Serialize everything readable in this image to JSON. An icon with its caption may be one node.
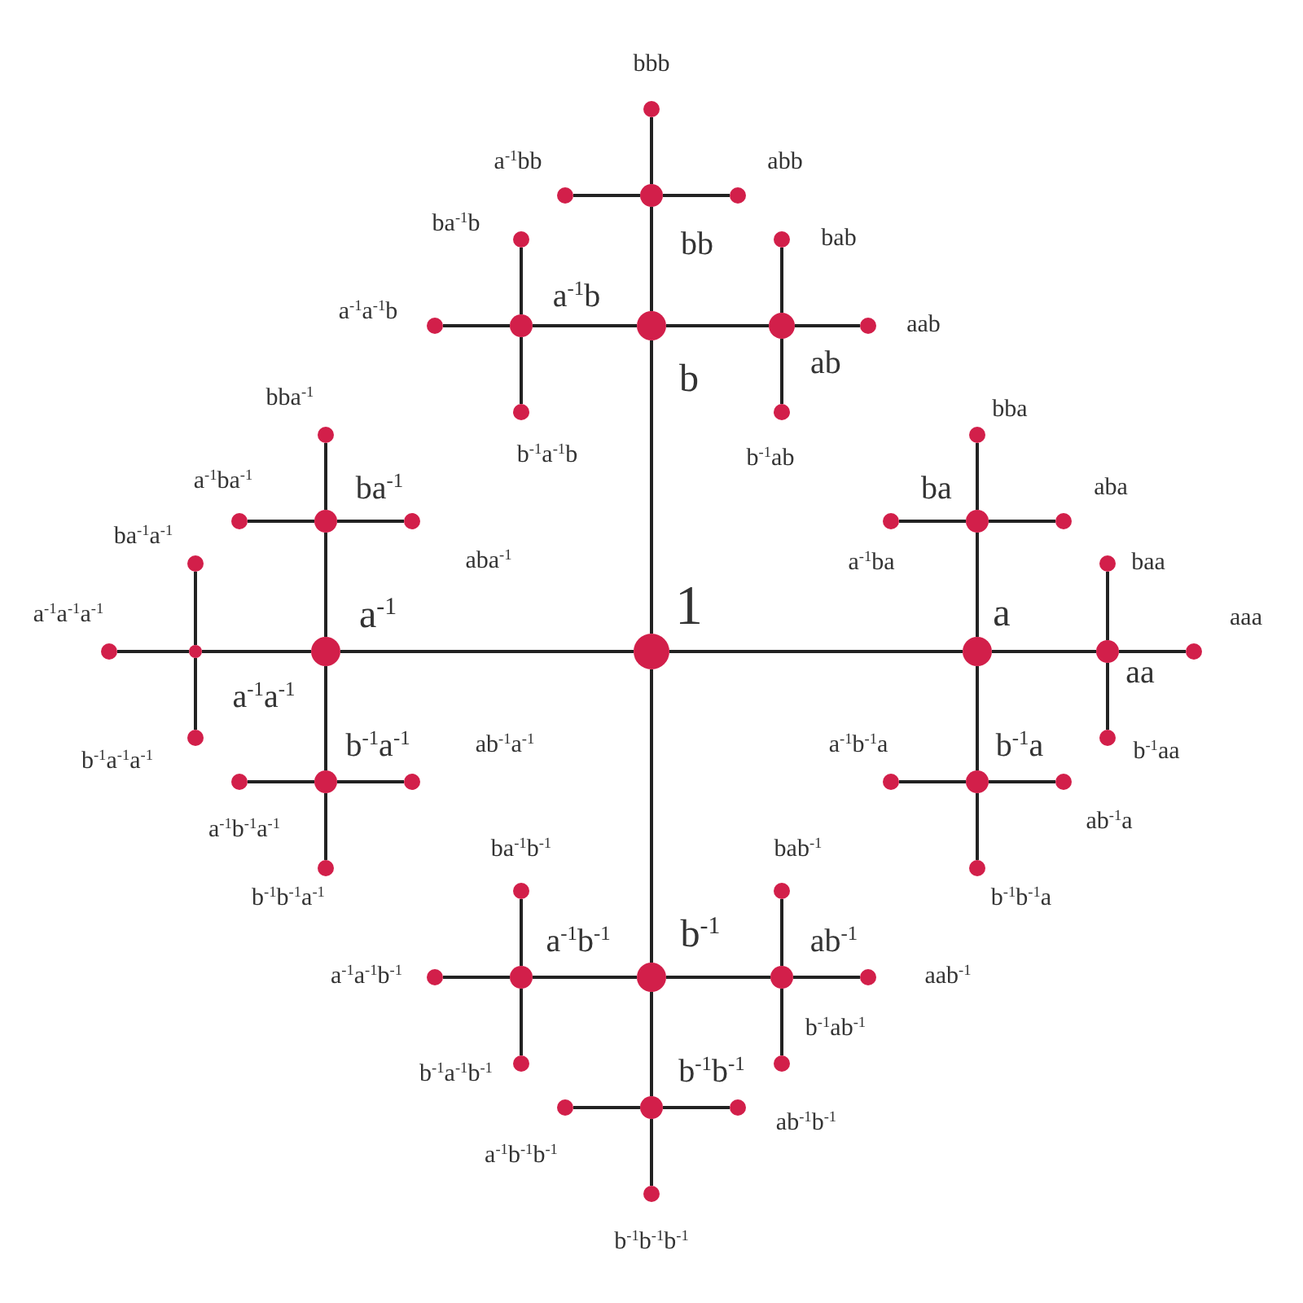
{
  "diagram": {
    "nodes": [
      {
        "text": [],
        "shape": "circle",
        "beside": [
          "1"
        ]
      },
      {
        "text": [],
        "shape": "circle",
        "beside": [
          "a"
        ]
      },
      {
        "text": [],
        "shape": "circle",
        "beside": [
          "a$^{-1}$"
        ]
      },
      {
        "text": [],
        "shape": "circle",
        "beside": [
          "b"
        ]
      },
      {
        "text": [],
        "shape": "circle",
        "beside": [
          "b$^{-1}$"
        ]
      },
      {
        "text": [],
        "shape": "circle",
        "beside": [
          "aa"
        ]
      },
      {
        "text": [],
        "shape": "circle",
        "beside": [
          "ba"
        ]
      },
      {
        "text": [],
        "shape": "circle",
        "beside": [
          "b$^{-1}$a"
        ]
      },
      {
        "text": [],
        "shape": "circle",
        "beside": [
          "a$^{-1}$a$^{-1}$"
        ]
      },
      {
        "text": [],
        "shape": "circle",
        "beside": [
          "ba$^{-1}$"
        ]
      },
      {
        "text": [],
        "shape": "circle",
        "beside": [
          "b$^{-1}$a$^{-1}$"
        ]
      },
      {
        "text": [],
        "shape": "circle",
        "beside": [
          "bb"
        ]
      },
      {
        "text": [],
        "shape": "circle",
        "beside": [
          "ab"
        ]
      },
      {
        "text": [],
        "shape": "circle",
        "beside": [
          "a$^{-1}$b"
        ]
      },
      {
        "text": [],
        "shape": "circle",
        "beside": [
          "b$^{-1}$b$^{-1}$"
        ]
      },
      {
        "text": [],
        "shape": "circle",
        "beside": [
          "ab$^{-1}$"
        ]
      },
      {
        "text": [],
        "shape": "circle",
        "beside": [
          "a$^{-1}$b$^{-1}$"
        ]
      },
      {
        "text": [],
        "shape": "circle",
        "beside": [
          "aaa"
        ]
      },
      {
        "text": [],
        "shape": "circle",
        "beside": [
          "baa"
        ]
      },
      {
        "text": [],
        "shape": "circle",
        "beside": [
          "b$^{-1}$aa"
        ]
      },
      {
        "text": [],
        "shape": "circle",
        "beside": [
          "bba"
        ]
      },
      {
        "text": [],
        "shape": "circle",
        "beside": [
          "aba"
        ]
      },
      {
        "text": [],
        "shape": "circle",
        "beside": [
          "a$^{-1}$ba"
        ]
      },
      {
        "text": [],
        "shape": "circle",
        "beside": [
          "a$^{-1}$b$^{-1}$a"
        ]
      },
      {
        "text": [],
        "shape": "circle",
        "beside": [
          "ab$^{-1}$a"
        ]
      },
      {
        "text": [],
        "shape": "circle",
        "beside": [
          "b$^{-1}$b$^{-1}$a"
        ]
      },
      {
        "text": [],
        "shape": "circle",
        "beside": [
          "a$^{-1}$a$^{-1}$a$^{-1}$"
        ]
      },
      {
        "text": [],
        "shape": "circle",
        "beside": [
          "ba$^{-1}$a$^{-1}$"
        ]
      },
      {
        "text": [],
        "shape": "circle",
        "beside": [
          "b$^{-1}$a$^{-1}$a$^{-1}$"
        ]
      },
      {
        "text": [],
        "shape": "circle",
        "beside": [
          "bba$^{-1}$"
        ]
      },
      {
        "text": [],
        "shape": "circle",
        "beside": [
          "a$^{-1}$ba$^{-1}$"
        ]
      },
      {
        "text": [],
        "shape": "circle",
        "beside": [
          "aba$^{-1}$"
        ]
      },
      {
        "text": [],
        "shape": "circle",
        "beside": [
          "ab$^{-1}$a$^{-1}$"
        ]
      },
      {
        "text": [],
        "shape": "circle",
        "beside": [
          "a$^{-1}$b$^{-1}$a$^{-1}$"
        ]
      },
      {
        "text": [],
        "shape": "circle",
        "beside": [
          "b$^{-1}$b$^{-1}$a$^{-1}$"
        ]
      },
      {
        "text": [],
        "shape": "circle",
        "beside": [
          "bbb"
        ]
      },
      {
        "text": [],
        "shape": "circle",
        "beside": [
          "a$^{-1}$bb"
        ]
      },
      {
        "text": [],
        "shape": "circle",
        "beside": [
          "abb"
        ]
      },
      {
        "text": [],
        "shape": "circle",
        "beside": [
          "bab"
        ]
      },
      {
        "text": [],
        "shape": "circle",
        "beside": [
          "aab"
        ]
      },
      {
        "text": [],
        "shape": "circle",
        "beside": [
          "b$^{-1}$ab"
        ]
      },
      {
        "text": [],
        "shape": "circle",
        "beside": [
          "ba$^{-1}$b"
        ]
      },
      {
        "text": [],
        "shape": "circle",
        "beside": [
          "a$^{-1}$a$^{-1}$b"
        ]
      },
      {
        "text": [],
        "shape": "circle",
        "beside": [
          "b$^{-1}$a$^{-1}$b"
        ]
      },
      {
        "text": [],
        "shape": "circle",
        "beside": [
          "a$^{-1}$b$^{-1}$b$^{-1}$"
        ]
      },
      {
        "text": [],
        "shape": "circle",
        "beside": [
          "ab$^{-1}$b$^{-1}$"
        ]
      },
      {
        "text": [],
        "shape": "circle",
        "beside": [
          "b$^{-1}$b$^{-1}$b$^{-1}$"
        ]
      },
      {
        "text": [],
        "shape": "circle",
        "beside": [
          "bab$^{-1}$"
        ]
      },
      {
        "text": [],
        "shape": "circle",
        "beside": [
          "aab$^{-1}$"
        ]
      },
      {
        "text": [],
        "shape": "circle",
        "beside": [
          "b$^{-1}$ab$^{-1}$"
        ]
      },
      {
        "text": [],
        "shape": "circle",
        "beside": [
          "ba$^{-1}$b$^{-1}$"
        ]
      },
      {
        "text": [],
        "shape": "circle",
        "beside": [
          "a$^{-1}$a$^{-1}$b$^{-1}$"
        ]
      },
      {
        "text": [],
        "shape": "circle",
        "beside": [
          "b$^{-1}$a$^{-1}$b$^{-1}$"
        ]
      }
    ],
    "edges": [
      {
        "from": 0,
        "to": 1,
        "arrow": "none"
      },
      {
        "from": 0,
        "to": 2,
        "arrow": "none"
      },
      {
        "from": 0,
        "to": 3,
        "arrow": "none"
      },
      {
        "from": 0,
        "to": 4,
        "arrow": "none"
      },
      {
        "from": 1,
        "to": 5,
        "arrow": "none"
      },
      {
        "from": 1,
        "to": 6,
        "arrow": "none"
      },
      {
        "from": 1,
        "to": 7,
        "arrow": "none"
      },
      {
        "from": 2,
        "to": 8,
        "arrow": "none"
      },
      {
        "from": 2,
        "to": 9,
        "arrow": "none"
      },
      {
        "from": 2,
        "to": 10,
        "arrow": "none"
      },
      {
        "from": 3,
        "to": 11,
        "arrow": "none"
      },
      {
        "from": 3,
        "to": 12,
        "arrow": "none"
      },
      {
        "from": 3,
        "to": 13,
        "arrow": "none"
      },
      {
        "from": 4,
        "to": 14,
        "arrow": "none"
      },
      {
        "from": 4,
        "to": 15,
        "arrow": "none"
      },
      {
        "from": 4,
        "to": 16,
        "arrow": "none"
      },
      {
        "from": 5,
        "to": 17,
        "arrow": "none"
      },
      {
        "from": 5,
        "to": 18,
        "arrow": "none"
      },
      {
        "from": 5,
        "to": 19,
        "arrow": "none"
      },
      {
        "from": 6,
        "to": 20,
        "arrow": "none"
      },
      {
        "from": 6,
        "to": 21,
        "arrow": "none"
      },
      {
        "from": 6,
        "to": 22,
        "arrow": "none"
      },
      {
        "from": 7,
        "to": 23,
        "arrow": "none"
      },
      {
        "from": 7,
        "to": 24,
        "arrow": "none"
      },
      {
        "from": 7,
        "to": 25,
        "arrow": "none"
      },
      {
        "from": 8,
        "to": 26,
        "arrow": "none"
      },
      {
        "from": 8,
        "to": 27,
        "arrow": "none"
      },
      {
        "from": 8,
        "to": 28,
        "arrow": "none"
      },
      {
        "from": 9,
        "to": 29,
        "arrow": "none"
      },
      {
        "from": 9,
        "to": 30,
        "arrow": "none"
      },
      {
        "from": 9,
        "to": 31,
        "arrow": "none"
      },
      {
        "from": 10,
        "to": 32,
        "arrow": "none"
      },
      {
        "from": 10,
        "to": 33,
        "arrow": "none"
      },
      {
        "from": 10,
        "to": 34,
        "arrow": "none"
      },
      {
        "from": 11,
        "to": 35,
        "arrow": "none"
      },
      {
        "from": 11,
        "to": 36,
        "arrow": "none"
      },
      {
        "from": 11,
        "to": 37,
        "arrow": "none"
      },
      {
        "from": 12,
        "to": 38,
        "arrow": "none"
      },
      {
        "from": 12,
        "to": 39,
        "arrow": "none"
      },
      {
        "from": 12,
        "to": 40,
        "arrow": "none"
      },
      {
        "from": 13,
        "to": 41,
        "arrow": "none"
      },
      {
        "from": 13,
        "to": 42,
        "arrow": "none"
      },
      {
        "from": 13,
        "to": 43,
        "arrow": "none"
      },
      {
        "from": 14,
        "to": 44,
        "arrow": "none"
      },
      {
        "from": 14,
        "to": 45,
        "arrow": "none"
      },
      {
        "from": 14,
        "to": 46,
        "arrow": "none"
      },
      {
        "from": 15,
        "to": 47,
        "arrow": "none"
      },
      {
        "from": 15,
        "to": 48,
        "arrow": "none"
      },
      {
        "from": 15,
        "to": 49,
        "arrow": "none"
      },
      {
        "from": 16,
        "to": 50,
        "arrow": "none"
      },
      {
        "from": 16,
        "to": 51,
        "arrow": "none"
      },
      {
        "from": 16,
        "to": 52,
        "arrow": "none"
      }
    ]
  }
}
